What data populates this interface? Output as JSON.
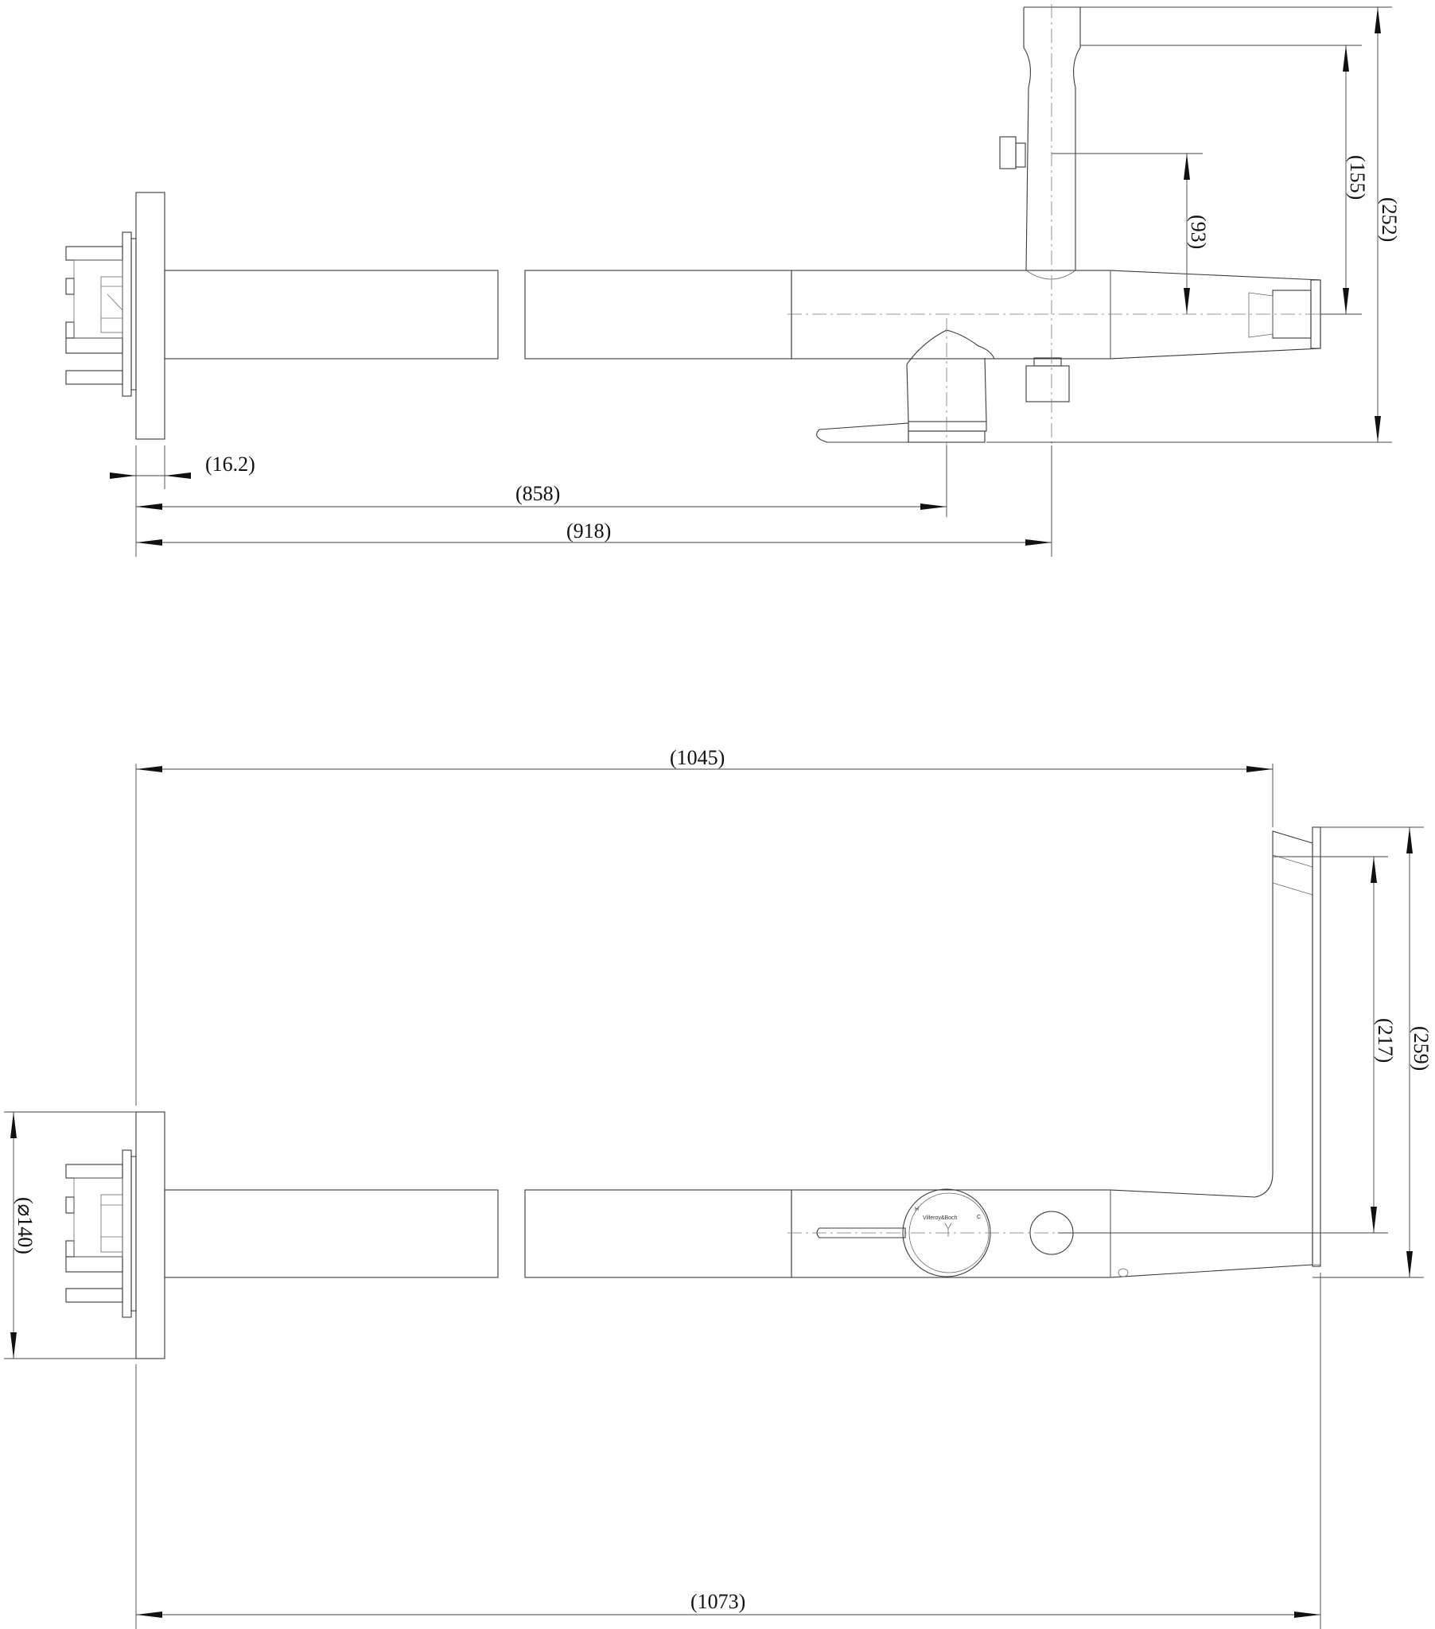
{
  "dimensions": {
    "d_16_2": "(16.2)",
    "d_858": "(858)",
    "d_918": "(918)",
    "d_93": "(93)",
    "d_155": "(155)",
    "d_252": "(252)",
    "d_1045": "(1045)",
    "d_217": "(217)",
    "d_259": "(259)",
    "d_140": "(⌀140)",
    "d_1073": "(1073)"
  },
  "dial": {
    "hot": "H",
    "cold": "C",
    "brand": "Villeroy&Boch"
  }
}
